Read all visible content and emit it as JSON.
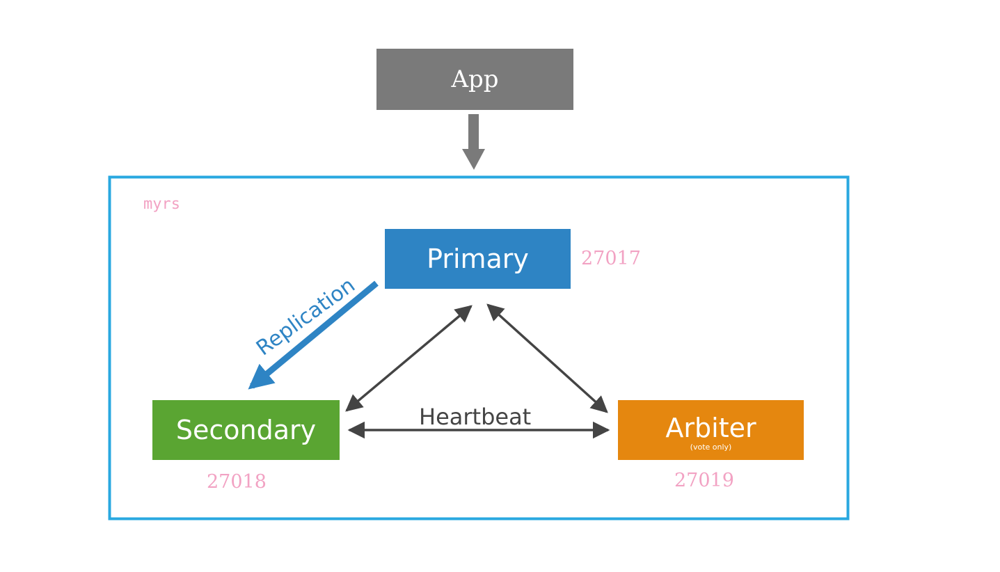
{
  "app": {
    "label": "App"
  },
  "replica_set": {
    "name": "myrs"
  },
  "nodes": {
    "primary": {
      "label": "Primary",
      "port": "27017"
    },
    "secondary": {
      "label": "Secondary",
      "port": "27018"
    },
    "arbiter": {
      "label": "Arbiter",
      "note": "(vote only)",
      "port": "27019"
    }
  },
  "links": {
    "replication": "Replication",
    "heartbeat": "Heartbeat"
  },
  "colors": {
    "app": "#7a7a7a",
    "primary": "#2e84c4",
    "secondary": "#5aa532",
    "arbiter": "#e5870f",
    "border": "#29a8e0",
    "port_text": "#f2a2c3",
    "arrows": "#444444"
  }
}
